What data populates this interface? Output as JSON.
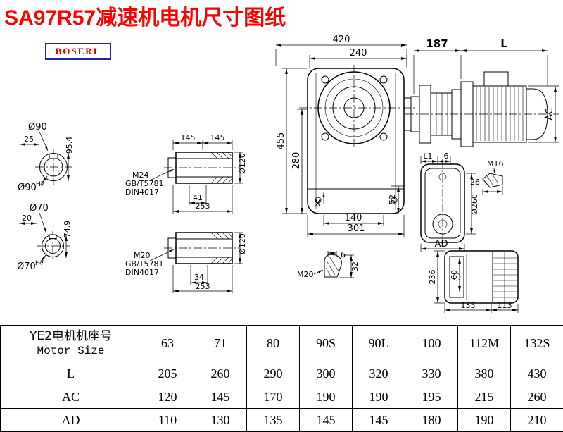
{
  "page": {
    "title": "SA97R57减速机电机尺寸图纸",
    "logo": "BOSERL"
  },
  "drawing": {
    "front": {
      "dim_420": "420",
      "dim_240": "240",
      "dim_455": "455",
      "dim_280": "280",
      "dim_52": "52",
      "dim_140": "140",
      "dim_301": "301",
      "label_x": "X"
    },
    "motor": {
      "dim_187": "187",
      "dim_l": "L",
      "dim_ac": "AC"
    },
    "shaft90": {
      "label_dia": "Ø90",
      "dim_key": "25",
      "dim_height": "95.4",
      "bore_label": "Ø90",
      "bore_tol": "H7"
    },
    "shaft70": {
      "label_dia": "Ø70",
      "dim_key": "20",
      "dim_height": "74.9",
      "bore_label": "Ø70",
      "bore_tol": "H7"
    },
    "hollow_top": {
      "dim_145a": "145",
      "dim_145b": "145",
      "dim_dia": "Ø120",
      "thread": "M24",
      "std1": "GB/T5781",
      "std2": "DIN4017",
      "dim_41": "41",
      "dim_253": "253"
    },
    "hollow_bottom": {
      "dim_dia": "Ø120",
      "thread": "M20",
      "std1": "GB/T5781",
      "std2": "DIN4017",
      "dim_34": "34",
      "dim_253": "253"
    },
    "side": {
      "dim_l1": "L1",
      "dim_6": "6",
      "thread": "M16",
      "dim_26": "26",
      "dim_dia": "Ø260",
      "dim_ad": "AD"
    },
    "plug": {
      "dim_6": "6",
      "dim_32": "32",
      "thread": "M20"
    },
    "rear": {
      "dim_236": "236",
      "dim_60": "60",
      "dim_135": "135",
      "dim_113": "113"
    }
  },
  "table": {
    "header": {
      "label_cn": "YE2电机机座号",
      "label_en": "Motor Size",
      "sizes": [
        "63",
        "71",
        "80",
        "90S",
        "90L",
        "100",
        "112M",
        "132S"
      ]
    },
    "rows": [
      {
        "label": "L",
        "values": [
          "205",
          "260",
          "290",
          "300",
          "320",
          "330",
          "380",
          "430"
        ]
      },
      {
        "label": "AC",
        "values": [
          "120",
          "145",
          "170",
          "190",
          "190",
          "195",
          "215",
          "260"
        ]
      },
      {
        "label": "AD",
        "values": [
          "110",
          "130",
          "135",
          "145",
          "145",
          "180",
          "190",
          "210"
        ]
      }
    ]
  }
}
